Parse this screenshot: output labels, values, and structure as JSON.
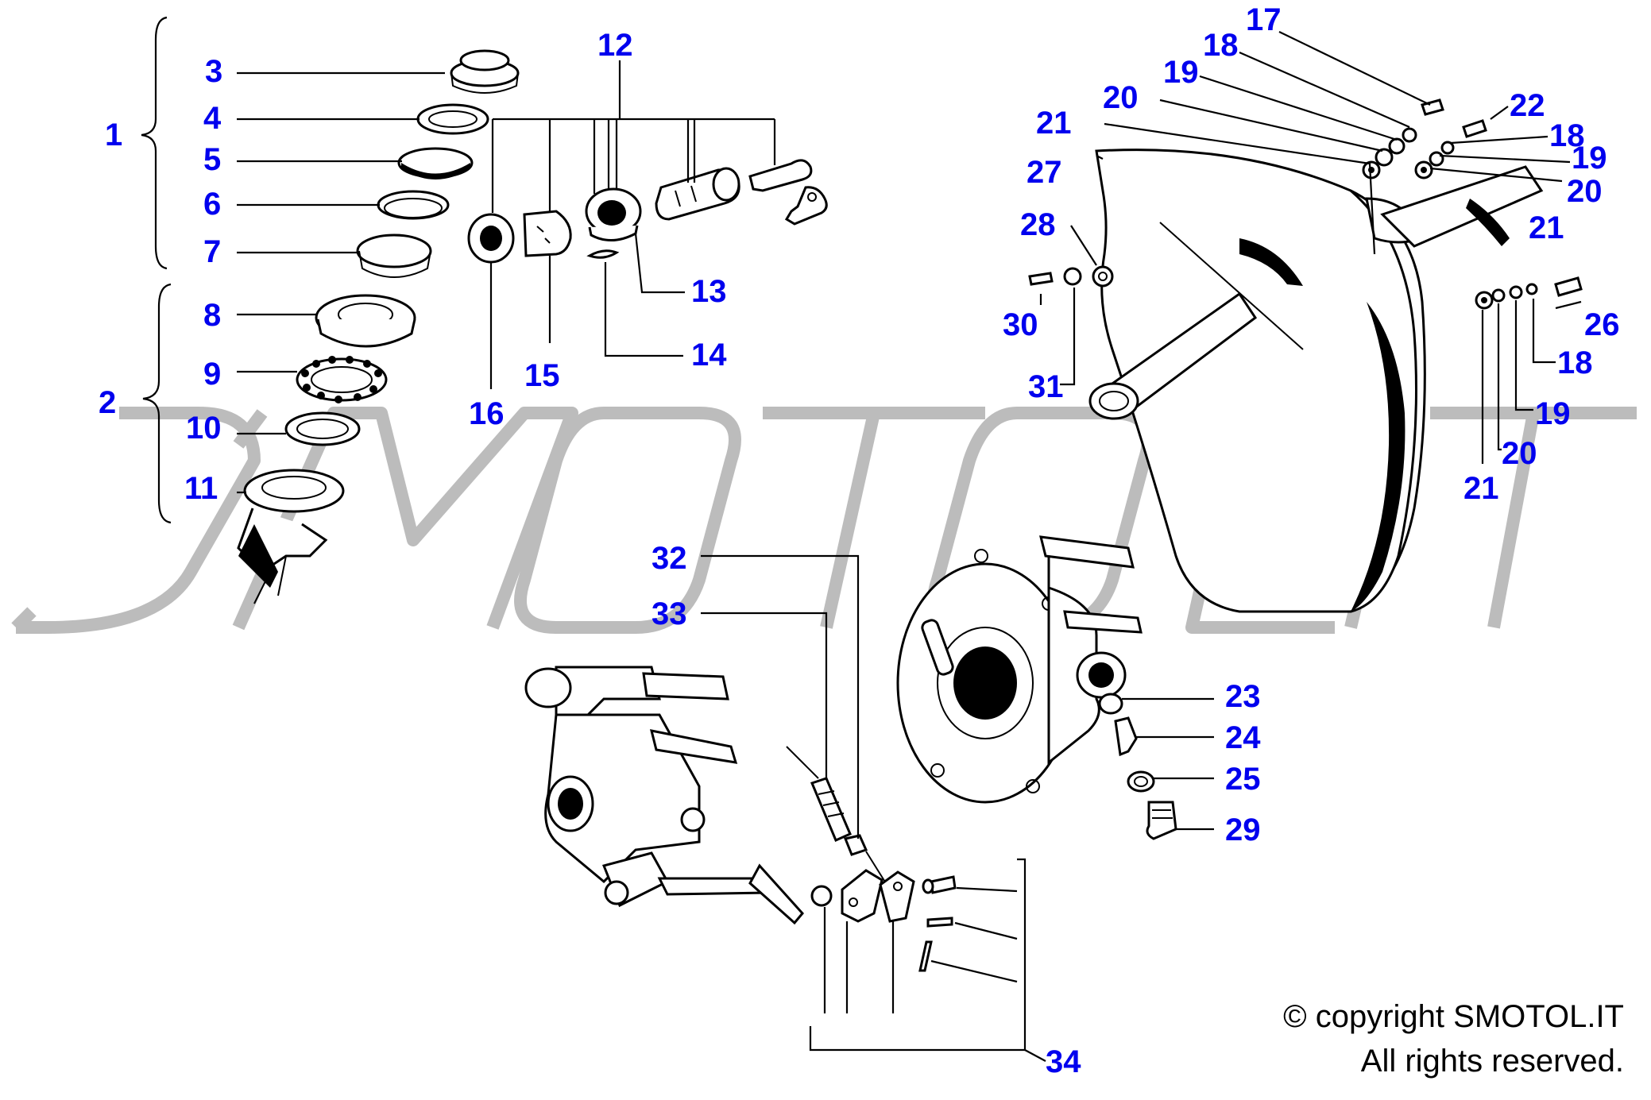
{
  "callouts": [
    {
      "id": "1",
      "text": "1"
    },
    {
      "id": "2",
      "text": "2"
    },
    {
      "id": "3",
      "text": "3"
    },
    {
      "id": "4",
      "text": "4"
    },
    {
      "id": "5",
      "text": "5"
    },
    {
      "id": "6",
      "text": "6"
    },
    {
      "id": "7",
      "text": "7"
    },
    {
      "id": "8",
      "text": "8"
    },
    {
      "id": "9",
      "text": "9"
    },
    {
      "id": "10",
      "text": "10"
    },
    {
      "id": "11",
      "text": "11"
    },
    {
      "id": "12",
      "text": "12"
    },
    {
      "id": "13",
      "text": "13"
    },
    {
      "id": "14",
      "text": "14"
    },
    {
      "id": "15",
      "text": "15"
    },
    {
      "id": "16",
      "text": "16"
    },
    {
      "id": "17",
      "text": "17"
    },
    {
      "id": "18",
      "text": "18"
    },
    {
      "id": "19",
      "text": "19"
    },
    {
      "id": "20",
      "text": "20"
    },
    {
      "id": "21",
      "text": "21"
    },
    {
      "id": "22",
      "text": "22"
    },
    {
      "id": "23",
      "text": "23"
    },
    {
      "id": "24",
      "text": "24"
    },
    {
      "id": "25",
      "text": "25"
    },
    {
      "id": "26",
      "text": "26"
    },
    {
      "id": "27",
      "text": "27"
    },
    {
      "id": "28",
      "text": "28"
    },
    {
      "id": "29",
      "text": "29"
    },
    {
      "id": "30",
      "text": "30"
    },
    {
      "id": "31",
      "text": "31"
    },
    {
      "id": "32",
      "text": "32"
    },
    {
      "id": "33",
      "text": "33"
    },
    {
      "id": "34",
      "text": "34"
    }
  ],
  "watermark": {
    "text": "SMOTOL.IT",
    "color": "#bcbcbc"
  },
  "copyright": {
    "line1": "© copyright SMOTOL.IT",
    "line2": "All rights reserved."
  },
  "colors": {
    "callout": "#0000ee",
    "linework": "#000000",
    "background": "#ffffff"
  }
}
